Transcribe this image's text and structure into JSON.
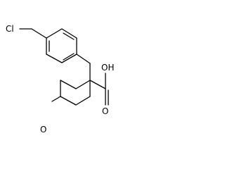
{
  "molecule": {
    "labels": {
      "chlorine": "Cl",
      "ring_oxygen": "O",
      "acid_oh": "OH",
      "carbonyl_oxygen": "O"
    }
  },
  "colors": {
    "bond": "#000000",
    "text": "#000000",
    "background": "#ffffff"
  }
}
